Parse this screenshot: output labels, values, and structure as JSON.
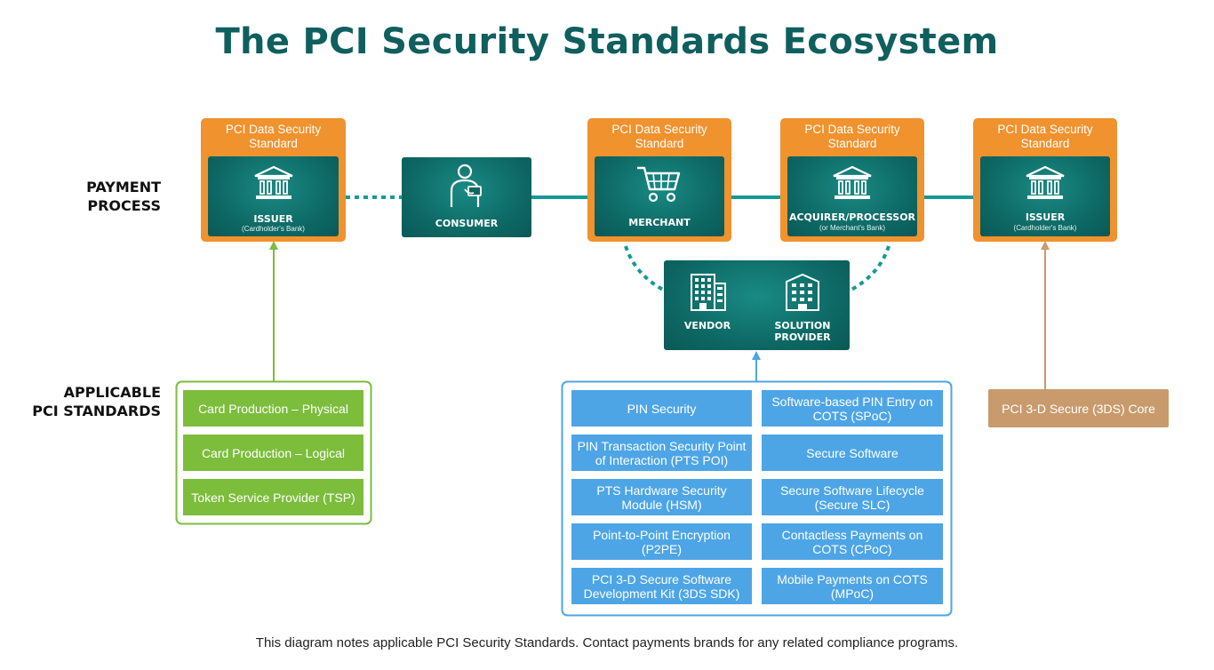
{
  "title": "The PCI Security Standards Ecosystem",
  "row_labels": {
    "payment_process": "PAYMENT\nPROCESS",
    "applicable_standards": "APPLICABLE\nPCI STANDARDS"
  },
  "payment_process": {
    "pci_dss_label": "PCI Data Security\nStandard",
    "issuer_left": {
      "name": "ISSUER",
      "sub": "(Cardholder's Bank)",
      "icon": "bank-icon"
    },
    "consumer": {
      "name": "CONSUMER",
      "icon": "consumer-icon"
    },
    "merchant": {
      "name": "MERCHANT",
      "icon": "shopping-cart-icon"
    },
    "acquirer": {
      "name": "ACQUIRER/PROCESSOR",
      "sub": "(or Merchant's Bank)",
      "icon": "bank-icon"
    },
    "issuer_right": {
      "name": "ISSUER",
      "sub": "(Cardholder's Bank)",
      "icon": "bank-icon"
    }
  },
  "vendor_block": {
    "vendor": {
      "name": "VENDOR",
      "icon": "office-building-icon"
    },
    "solution_provider": {
      "name": "SOLUTION\nPROVIDER",
      "icon": "office-building-icon"
    }
  },
  "standards": {
    "issuer_group": [
      "Card Production – Physical",
      "Card Production – Logical",
      "Token Service Provider (TSP)"
    ],
    "vendor_group_left": [
      "PIN Security",
      "PIN Transaction Security Point\nof Interaction (PTS POI)",
      "PTS Hardware Security\nModule (HSM)",
      "Point-to-Point Encryption\n(P2PE)",
      "PCI 3-D Secure Software\nDevelopment Kit (3DS SDK)"
    ],
    "vendor_group_right": [
      "Software-based PIN Entry on\nCOTS (SPoC)",
      "Secure Software",
      "Secure Software Lifecycle\n(Secure SLC)",
      "Contactless Payments on\nCOTS (CPoC)",
      "Mobile Payments on COTS\n(MPoC)"
    ],
    "issuer_right_group": [
      "PCI 3-D Secure (3DS) Core"
    ]
  },
  "footnote": "This diagram notes applicable PCI Security Standards. Contact payments brands for any related compliance programs.",
  "colors": {
    "title": "#0f5f5e",
    "orange": "#f0922e",
    "teal": "#0d6763",
    "green": "#7cbd3c",
    "blue": "#4da5e6",
    "tan": "#c89a6c",
    "connector_teal": "#139a96"
  }
}
